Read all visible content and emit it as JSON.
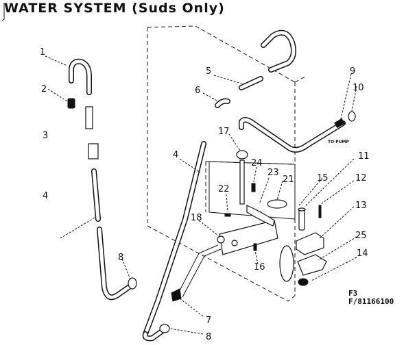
{
  "title": "WATER SYSTEM (Suds Only)",
  "figure_codes": [
    "F3",
    "F/81166100"
  ],
  "annotations": {
    "to_pump": "TO PUMP"
  },
  "callouts": [
    "1",
    "2",
    "3",
    "4",
    "5",
    "6",
    "4",
    "7",
    "8",
    "8",
    "9",
    "10",
    "11",
    "12",
    "13",
    "14",
    "15",
    "16",
    "17",
    "18",
    "21",
    "22",
    "23",
    "24",
    "25"
  ]
}
